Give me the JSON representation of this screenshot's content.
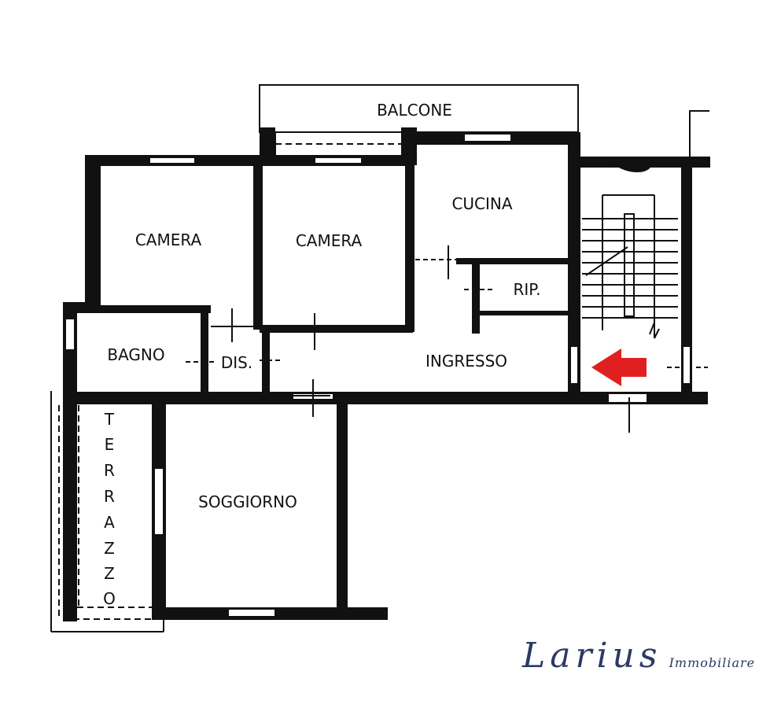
{
  "rooms": {
    "balcone": "BALCONE",
    "cucina": "CUCINA",
    "camera_left": "CAMERA",
    "camera_right": "CAMERA",
    "ripostiglio": "RIP.",
    "bagno": "BAGNO",
    "disimpegno": "DIS.",
    "ingresso": "INGRESSO",
    "soggiorno": "SOGGIORNO"
  },
  "terrazzo_letters": [
    "T",
    "E",
    "R",
    "R",
    "A",
    "Z",
    "Z",
    "O"
  ],
  "branding": {
    "name": "Larius",
    "subtitle": "Immobiliare"
  },
  "colors": {
    "wall": "#111111",
    "entrance_arrow": "#e02020",
    "logo": "#2b3a63"
  },
  "icons": {
    "entrance": "entrance-arrow-icon",
    "stairs": "staircase-icon"
  }
}
